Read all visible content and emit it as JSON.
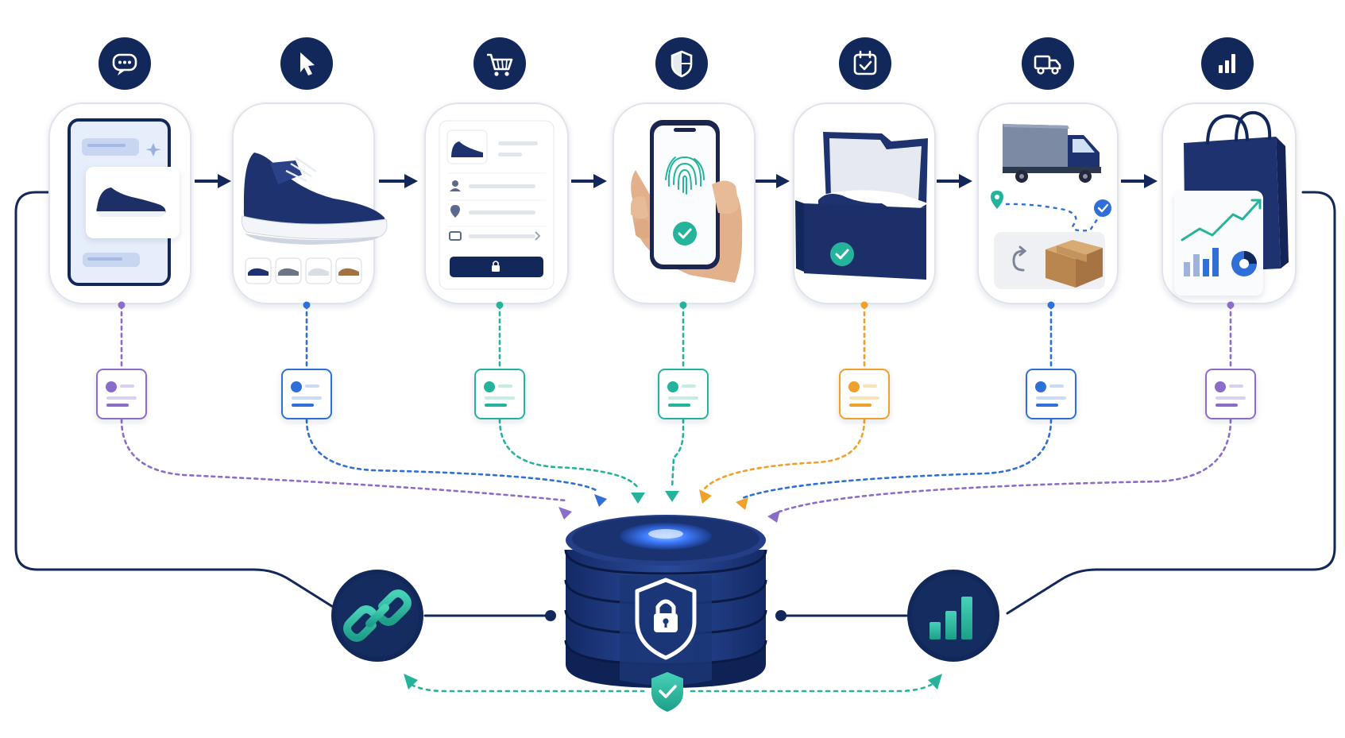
{
  "palette": {
    "navy": "#13285a",
    "navy_dark": "#0d1d45",
    "teal": "#25b39b",
    "blue": "#2f6fd6",
    "purple": "#8a6cc9",
    "orange": "#f0a12c",
    "card_border": "#dde2ea",
    "db_glow": "#3f7cff"
  },
  "stages": [
    {
      "id": "discover",
      "icon": "chat-bubble-icon",
      "scene": "chat-product-card",
      "connector_color": "#8a6cc9"
    },
    {
      "id": "select",
      "icon": "cursor-icon",
      "scene": "sneaker-with-color-variants",
      "connector_color": "#2f6fd6"
    },
    {
      "id": "checkout",
      "icon": "shopping-cart-icon",
      "scene": "checkout-form",
      "connector_color": "#25b39b"
    },
    {
      "id": "authenticate",
      "icon": "shield-icon",
      "scene": "fingerprint-phone",
      "connector_color": "#25b39b"
    },
    {
      "id": "package",
      "icon": "calendar-check-icon",
      "scene": "open-shoe-box",
      "connector_color": "#f0a12c"
    },
    {
      "id": "deliver",
      "icon": "delivery-truck-icon",
      "scene": "truck-route-parcel",
      "connector_color": "#2f6fd6"
    },
    {
      "id": "analyze",
      "icon": "bar-chart-icon",
      "scene": "shopping-bag-analytics",
      "connector_color": "#8a6cc9"
    }
  ],
  "hub": {
    "center": "secure-database",
    "left_node": "link-icon",
    "right_node": "analytics-bars-icon",
    "bottom_badge": "shield-check-icon"
  }
}
